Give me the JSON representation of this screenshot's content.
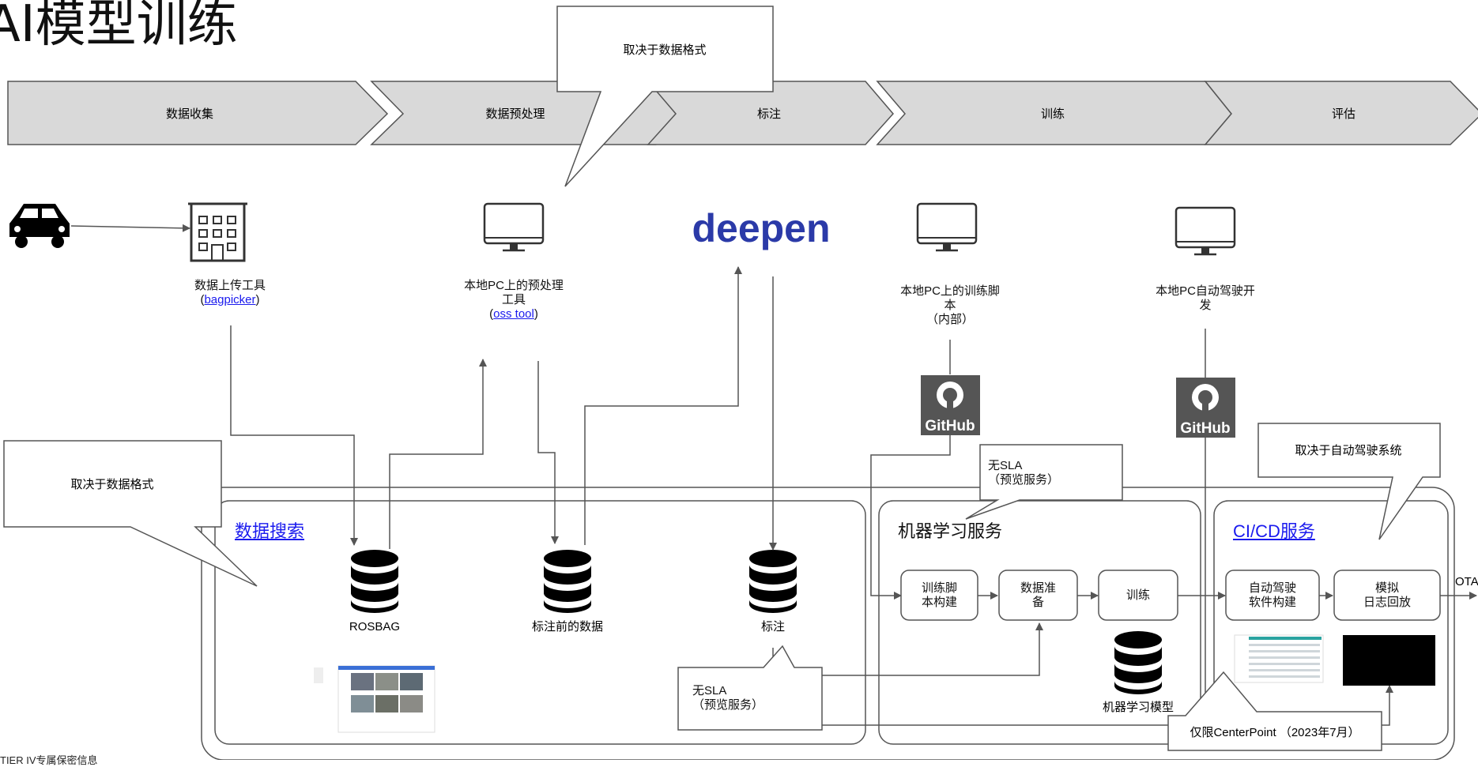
{
  "title": "AI模型训练",
  "footer": "TIER IV专属保密信息",
  "stages": [
    "数据收集",
    "数据预处理",
    "标注",
    "训练",
    "评估"
  ],
  "callouts": {
    "top_format": "取决于数据格式",
    "left_format": "取决于数据格式",
    "no_sla_ml": "无SLA\n（预览服务）",
    "no_sla_annot": "无SLA\n（预览服务）",
    "autodrive": "取决于自动驾驶系统",
    "centerpoint": "仅限CenterPoint （2023年7月）"
  },
  "tools": {
    "upload": "数据上传工具",
    "upload_link": "bagpicker",
    "preproc": "本地PC上的预处理\n工具",
    "preproc_link": "oss tool",
    "deepen": "deepen",
    "train_script": "本地PC上的训练脚\n本\n（内部）",
    "ad_dev": "本地PC自动驾驶开\n发"
  },
  "github_label": "GitHub",
  "groups": {
    "data_search": "数据搜索",
    "ml_service": "机器学习服务",
    "cicd": "CI/CD服务"
  },
  "databases": {
    "rosbag": "ROSBAG",
    "pre_annot": "标注前的数据",
    "annot": "标注",
    "ml_model": "机器学习模型"
  },
  "ml_steps": [
    "训练脚\n本构建",
    "数据准\n备",
    "训练"
  ],
  "cicd_steps": [
    "自动驾驶\n软件构建",
    "模拟\n日志回放"
  ],
  "ota": "OTA",
  "colors": {
    "chevron": "#d9d9d9",
    "stroke": "#555555",
    "link": "#1a1aee",
    "deepen": "#2b3aa8",
    "github_bg": "#555555"
  }
}
